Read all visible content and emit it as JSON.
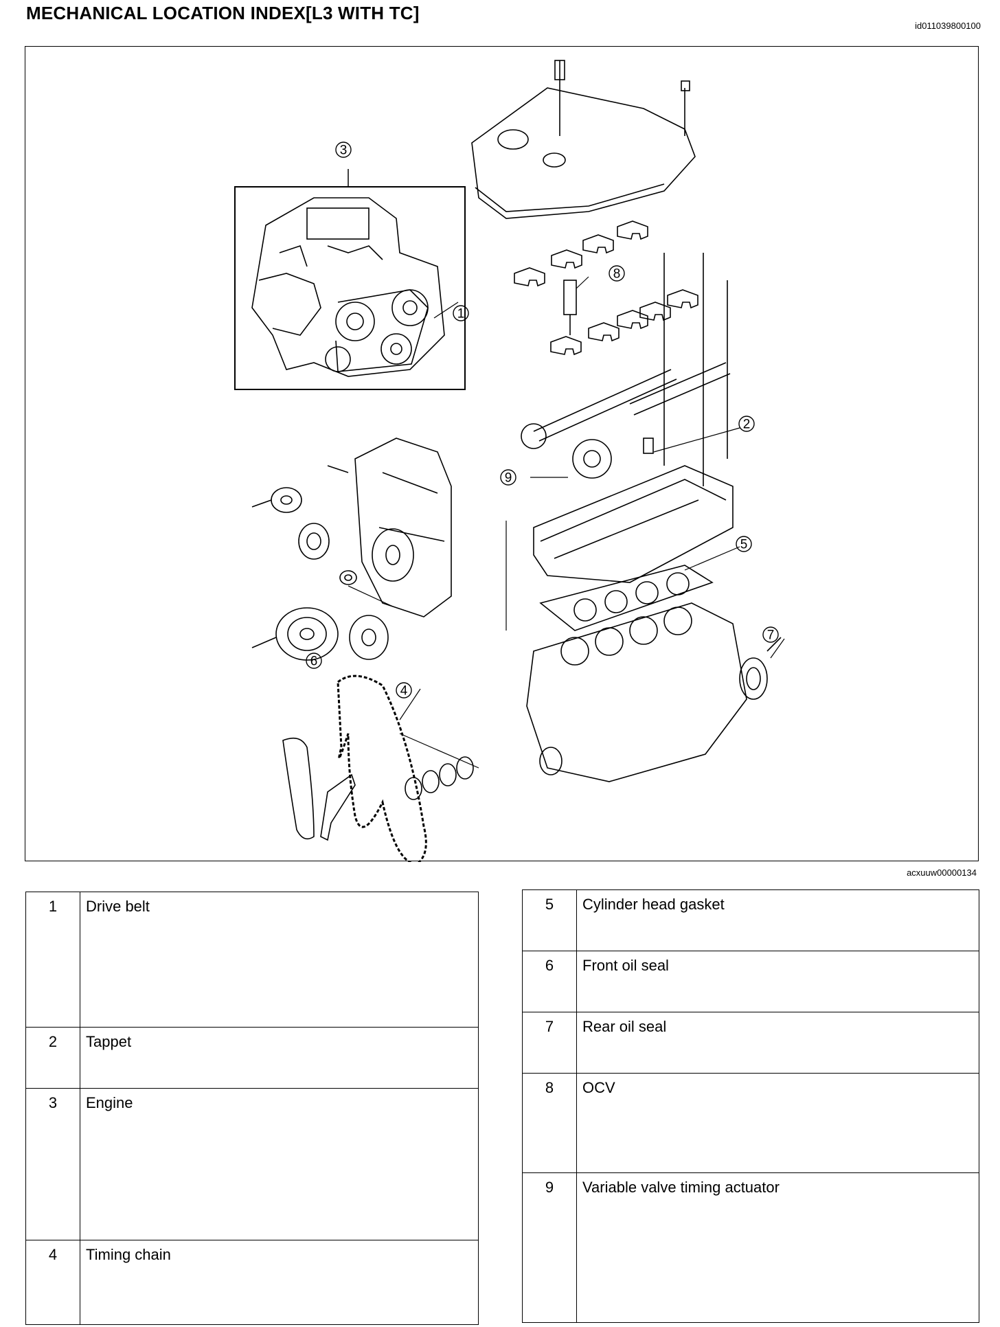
{
  "header": {
    "title": "MECHANICAL LOCATION INDEX[L3 WITH TC]",
    "doc_id": "id011039800100"
  },
  "figure": {
    "figure_id": "acxuuw00000134",
    "callouts": [
      "1",
      "2",
      "3",
      "4",
      "5",
      "6",
      "7",
      "8",
      "9"
    ]
  },
  "parts_left": [
    {
      "num": "1",
      "name": "Drive belt"
    },
    {
      "num": "2",
      "name": "Tappet"
    },
    {
      "num": "3",
      "name": "Engine"
    },
    {
      "num": "4",
      "name": "Timing chain"
    }
  ],
  "parts_right": [
    {
      "num": "5",
      "name": "Cylinder head gasket"
    },
    {
      "num": "6",
      "name": "Front oil seal"
    },
    {
      "num": "7",
      "name": "Rear oil seal"
    },
    {
      "num": "8",
      "name": "OCV"
    },
    {
      "num": "9",
      "name": "Variable valve timing actuator"
    }
  ]
}
